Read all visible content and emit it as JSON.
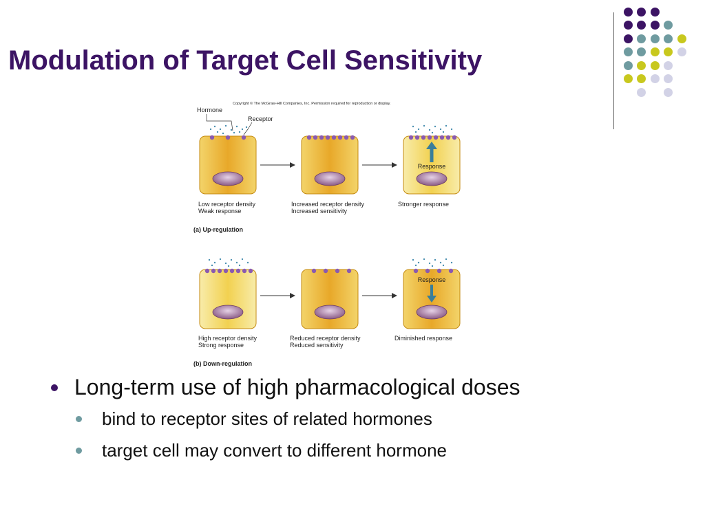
{
  "title": "Modulation of Target Cell Sensitivity",
  "colors": {
    "title": "#3c1464",
    "purple_dot": "#3c1464",
    "teal_dot": "#6f9ba0",
    "yellow_dot": "#c8c81e",
    "lavender_dot": "#d2d2e6",
    "cell_fill": "#e8a829",
    "cell_light": "#f5df6e",
    "nucleus": "#9a6a95",
    "receptor": "#8a5ab0",
    "hormone": "#4a8fb0"
  },
  "figure": {
    "copyright": "Copyright © The McGraw-Hill Companies, Inc. Permission required for reproduction or display.",
    "label_hormone": "Hormone",
    "label_receptor": "Receptor",
    "up_regulation": {
      "caption": "(a) Up-regulation",
      "cell1_line1": "Low receptor density",
      "cell1_line2": "Weak response",
      "cell2_line1": "Increased receptor density",
      "cell2_line2": "Increased sensitivity",
      "cell3_line1": "Stronger response",
      "response_label": "Response"
    },
    "down_regulation": {
      "caption": "(b) Down-regulation",
      "cell1_line1": "High receptor density",
      "cell1_line2": "Strong response",
      "cell2_line1": "Reduced receptor density",
      "cell2_line2": "Reduced sensitivity",
      "cell3_line1": "Diminished response",
      "response_label": "Response"
    }
  },
  "bullets": {
    "main": "Long-term use of high pharmacological doses",
    "sub1": "bind to receptor sites of related hormones",
    "sub2": "target cell may convert to different hormone"
  }
}
